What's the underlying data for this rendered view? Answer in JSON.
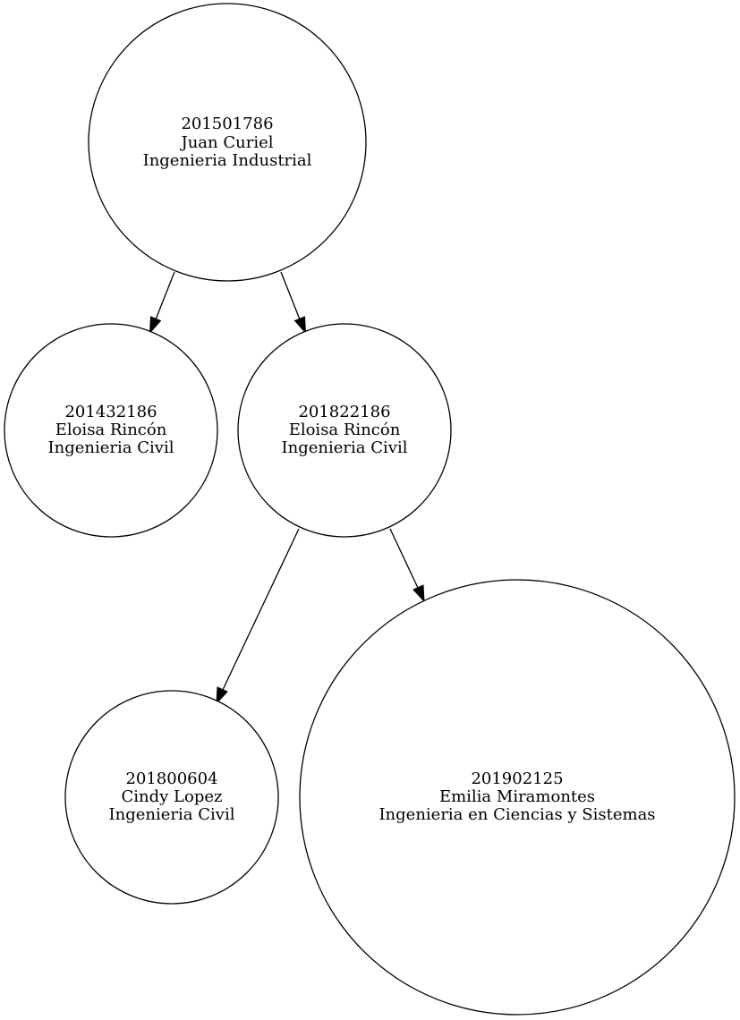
{
  "colors": {
    "background": "#ffffff",
    "stroke": "#000000",
    "text": "#000000"
  },
  "nodes": {
    "root": {
      "id": "201501786",
      "name": "Juan Curiel",
      "career": "Ingenieria Industrial"
    },
    "left": {
      "id": "201432186",
      "name": "Eloisa Rincón",
      "career": "Ingenieria Civil"
    },
    "right": {
      "id": "201822186",
      "name": "Eloisa Rincón",
      "career": "Ingenieria Civil"
    },
    "right_left": {
      "id": "201800604",
      "name": "Cindy Lopez",
      "career": "Ingenieria Civil"
    },
    "right_right": {
      "id": "201902125",
      "name": "Emilia Miramontes",
      "career": "Ingenieria en Ciencias y Sistemas"
    }
  },
  "edges": [
    {
      "from": "201501786",
      "to": "201432186"
    },
    {
      "from": "201501786",
      "to": "201822186"
    },
    {
      "from": "201822186",
      "to": "201800604"
    },
    {
      "from": "201822186",
      "to": "201902125"
    }
  ]
}
